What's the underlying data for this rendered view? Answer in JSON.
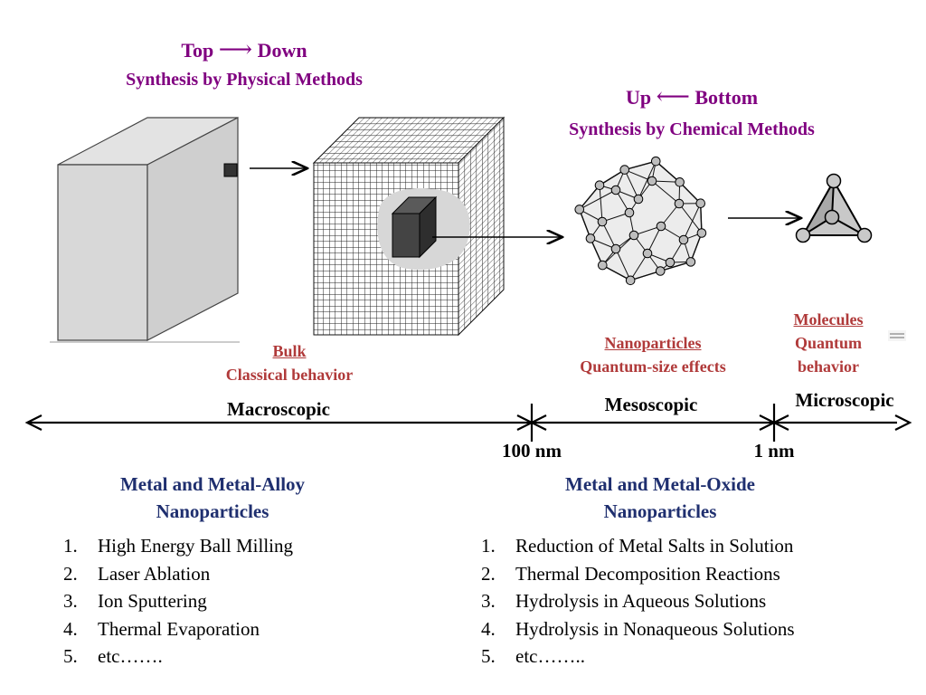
{
  "top_down": {
    "title_left": "Top",
    "arrow": "⟶",
    "title_right": "Down",
    "subtitle": "Synthesis by Physical Methods"
  },
  "bottom_up": {
    "title_left": "Up",
    "arrow": "⟵",
    "title_right": "Bottom",
    "subtitle": "Synthesis by Chemical Methods"
  },
  "stages": {
    "bulk": {
      "name": "Bulk",
      "behavior": "Classical behavior"
    },
    "nanoparticles": {
      "name": "Nanoparticles",
      "behavior": "Quantum-size effects"
    },
    "molecules": {
      "name": "Molecules",
      "behavior_line1": "Quantum",
      "behavior_line2": "behavior"
    }
  },
  "scale": {
    "macroscopic": "Macroscopic",
    "mesoscopic": "Mesoscopic",
    "microscopic": "Microscopic",
    "tick_100nm": "100 nm",
    "tick_1nm": "1 nm"
  },
  "left_methods": {
    "heading_line1": "Metal and Metal-Alloy",
    "heading_line2": "Nanoparticles",
    "items": [
      {
        "num": "1.",
        "text": "High Energy Ball Milling"
      },
      {
        "num": "2.",
        "text": "Laser Ablation"
      },
      {
        "num": "3.",
        "text": "Ion Sputtering"
      },
      {
        "num": "4.",
        "text": "Thermal Evaporation"
      },
      {
        "num": "5.",
        "text": "etc……."
      }
    ]
  },
  "right_methods": {
    "heading_line1": "Metal and Metal-Oxide",
    "heading_line2": "Nanoparticles",
    "items": [
      {
        "num": "1.",
        "text": "Reduction of Metal Salts in Solution"
      },
      {
        "num": "2.",
        "text": "Thermal Decomposition Reactions"
      },
      {
        "num": "3.",
        "text": "Hydrolysis in Aqueous Solutions"
      },
      {
        "num": "4.",
        "text": "Hydrolysis in Nonaqueous Solutions"
      },
      {
        "num": "5.",
        "text": "etc…….."
      }
    ]
  },
  "colors": {
    "title_purple": "#800080",
    "stage_red": "#b03a3a",
    "heading_navy": "#1f2f6f"
  }
}
